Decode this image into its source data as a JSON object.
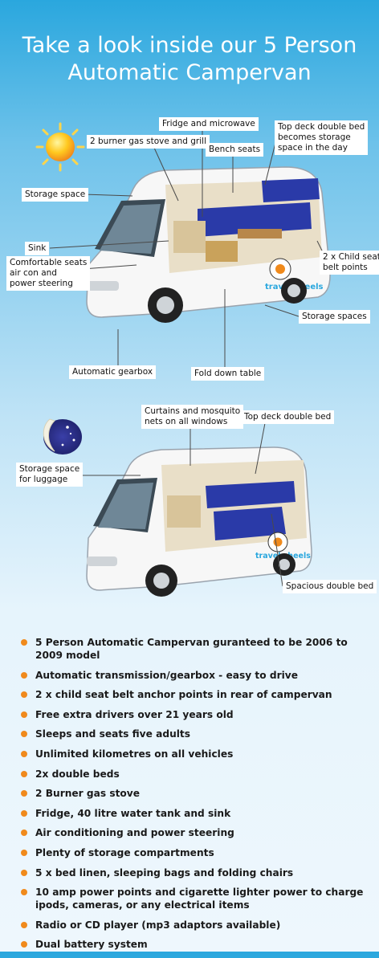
{
  "title": {
    "line1": "Take a look inside our 5 Person",
    "line2": "Automatic Campervan"
  },
  "colors": {
    "accent_orange": "#f08a1c",
    "sky_blue": "#2aa7de",
    "van_blue": "#2a3aa8"
  },
  "icons": {
    "day": "sun-icon",
    "night": "moon-icon"
  },
  "day_van": {
    "labels": {
      "fridge": "Fridge and microwave",
      "topdeck": "Top deck double bed becomes storage space in the day",
      "topdeck_line1": "Top deck double bed",
      "topdeck_line2": "becomes storage",
      "topdeck_line3": "space in the day",
      "stove": "2 burner gas stove and grill",
      "bench": "Bench seats",
      "storage": "Storage space",
      "sink": "Sink",
      "comfort_line1": "Comfortable seats",
      "comfort_line2": "air con and",
      "comfort_line3": "power steering",
      "child_line1": "2 x Child seat",
      "child_line2": "belt points",
      "storage_spaces": "Storage spaces",
      "gearbox": "Automatic gearbox",
      "table": "Fold down table"
    }
  },
  "night_van": {
    "labels": {
      "curtains_line1": "Curtains and mosquito",
      "curtains_line2": "nets on all windows",
      "topdeck": "Top deck double bed",
      "luggage_line1": "Storage space",
      "luggage_line2": "for luggage",
      "double_bed": "Spacious double bed"
    }
  },
  "features": [
    "5 Person Automatic Campervan guranteed to be 2006 to 2009 model",
    "Automatic transmission/gearbox - easy to drive",
    "2 x child seat belt anchor points in rear of campervan",
    "Free extra drivers over 21 years old",
    "Sleeps and seats five adults",
    "Unlimited kilometres on all vehicles",
    "2x double beds",
    "2 Burner gas stove",
    "Fridge, 40 litre water tank and sink",
    "Air conditioning and power steering",
    "Plenty of storage compartments",
    "5 x bed linen, sleeping bags and folding chairs",
    "10 amp power points and cigarette lighter power to charge ipods, cameras, or any electrical items",
    "Radio or CD player (mp3 adaptors available)",
    "Dual battery system"
  ]
}
